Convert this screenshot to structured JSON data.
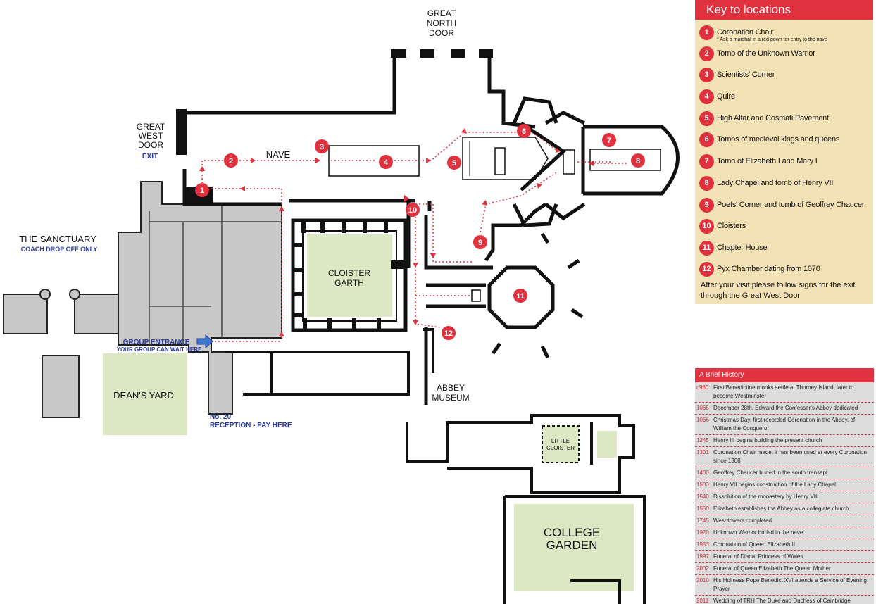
{
  "labels": {
    "great_north_door": [
      "GREAT",
      "NORTH",
      "DOOR"
    ],
    "great_west_door": [
      "GREAT",
      "WEST",
      "DOOR"
    ],
    "exit": "EXIT",
    "nave": "NAVE",
    "sanctuary": "THE SANCTUARY",
    "coach": "COACH DROP OFF ONLY",
    "cloister_garth": [
      "CLOISTER",
      "GARTH"
    ],
    "group_entrance": "GROUP ENTRANCE",
    "group_wait": "YOUR GROUP CAN WAIT HERE",
    "deans_yard": "DEAN'S YARD",
    "no20": "No. 20",
    "reception": "RECEPTION - PAY HERE",
    "abbey_museum": [
      "ABBEY",
      "MUSEUM"
    ],
    "little_cloister": [
      "LITTLE",
      "CLOISTER"
    ],
    "college_garden": [
      "COLLEGE",
      "GARDEN"
    ]
  },
  "markers": [
    "1",
    "2",
    "3",
    "4",
    "5",
    "6",
    "7",
    "8",
    "9",
    "10",
    "11",
    "12"
  ],
  "colors": {
    "accent": "#e0313f",
    "wall": "#111111",
    "grey_building": "#c8c8c8",
    "garden": "#dce8c4",
    "blue_text": "#2b3a9e",
    "key_bg": "#f4e2b7"
  },
  "key": {
    "title": "Key to locations",
    "note": "* Ask a marshal in a red gown for entry to the nave",
    "items": [
      {
        "num": "1",
        "text": "Coronation Chair"
      },
      {
        "num": "2",
        "text": "Tomb of the Unknown Warrior"
      },
      {
        "num": "3",
        "text": "Scientists' Corner"
      },
      {
        "num": "4",
        "text": "Quire"
      },
      {
        "num": "5",
        "text": "High Altar and Cosmati Pavement"
      },
      {
        "num": "6",
        "text": "Tombs of medieval kings and queens"
      },
      {
        "num": "7",
        "text": "Tomb of Elizabeth I and Mary I"
      },
      {
        "num": "8",
        "text": "Lady Chapel and tomb of Henry VII"
      },
      {
        "num": "9",
        "text": "Poets' Corner and tomb of Geoffrey Chaucer"
      },
      {
        "num": "10",
        "text": "Cloisters"
      },
      {
        "num": "11",
        "text": "Chapter House"
      },
      {
        "num": "12",
        "text": "Pyx Chamber dating from 1070"
      }
    ],
    "footer": "After your visit please follow signs for the exit through the Great West Door"
  },
  "history": {
    "title": "A Brief History",
    "rows": [
      {
        "year": "c960",
        "text": "First Benedictine monks settle at Thorney Island, later to become Westminster"
      },
      {
        "year": "1065",
        "text": "December 28th, Edward the Confessor's Abbey dedicated"
      },
      {
        "year": "1066",
        "text": "Christmas Day, first recorded Coronation in the Abbey, of William the Conqueror"
      },
      {
        "year": "1245",
        "text": "Henry III begins building the present church"
      },
      {
        "year": "1301",
        "text": "Coronation Chair made, it has been used at every Coronation since 1308"
      },
      {
        "year": "1400",
        "text": "Geoffrey Chaucer buried in the south transept"
      },
      {
        "year": "1503",
        "text": "Henry VII begins construction of the Lady Chapel"
      },
      {
        "year": "1540",
        "text": "Dissolution of the monastery by Henry VIII"
      },
      {
        "year": "1560",
        "text": "Elizabeth establishes the Abbey as a collegiate church"
      },
      {
        "year": "1745",
        "text": "West towers completed"
      },
      {
        "year": "1920",
        "text": "Unknown Warrior buried in the nave"
      },
      {
        "year": "1953",
        "text": "Coronation of Queen Elizabeth II"
      },
      {
        "year": "1997",
        "text": "Funeral of Diana, Princess of Wales"
      },
      {
        "year": "2002",
        "text": "Funeral of Queen Elizabeth The Queen Mother"
      },
      {
        "year": "2010",
        "text": "His Holiness Pope Benedict XVI attends a Service of Evening Prayer"
      },
      {
        "year": "2011",
        "text": "Wedding of TRH The Duke and Duchess of Cambridge"
      }
    ]
  }
}
